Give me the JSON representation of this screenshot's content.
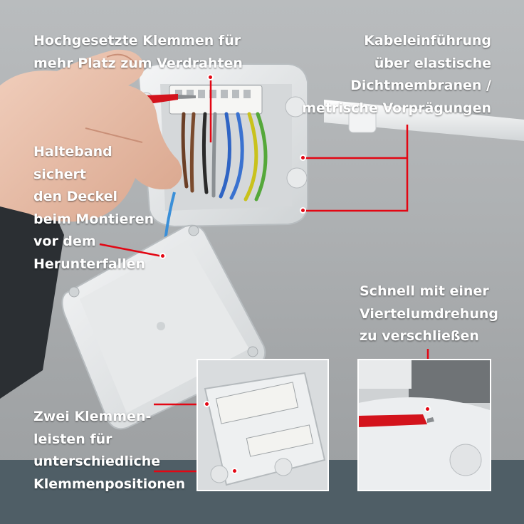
{
  "callouts": {
    "terminals_raised": "Hochgesetzte Klemmen für\nmehr Platz zum Verdrahten",
    "cable_entry": "Kabeleinführung\nüber elastische\nDichtmembranen /\nmetrische Vorprägungen",
    "retaining_strap": "Halteband\nsichert\nden Deckel\nbeim Montieren\nvor dem\nHerunterfallen",
    "quarter_turn": "Schnell mit einer\nViertelumdrehung\nzu verschließen",
    "two_terminal_strips": "Zwei Klemmen-\nleisten für\nunterschiedliche\nKlemmenpositionen"
  },
  "colors": {
    "accent": "#e30613",
    "label_text": "#ffffff",
    "band": "#4f5e66",
    "wall": "#aeb1b3",
    "housing": "#e4e6e7"
  }
}
